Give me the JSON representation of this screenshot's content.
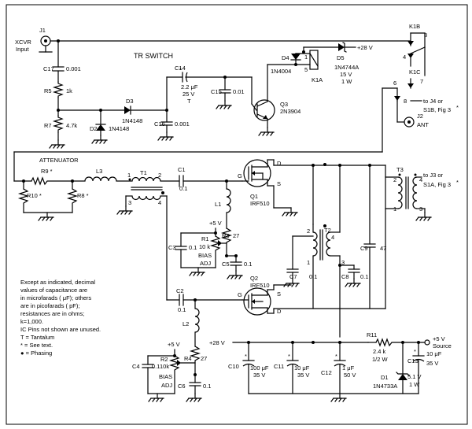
{
  "components": {
    "J1": {
      "ref": "J1",
      "note": "XCVR",
      "note2": "Input"
    },
    "J2": {
      "ref": "J2",
      "note": "ANT"
    },
    "C17": {
      "ref": "C17",
      "value": "0.001"
    },
    "R5": {
      "ref": "R5",
      "value": "1k"
    },
    "R7": {
      "ref": "R7",
      "value": "4.7k"
    },
    "D2": {
      "ref": "D2",
      "value": "1N4148"
    },
    "D3": {
      "ref": "D3",
      "value": "1N4148"
    },
    "C14": {
      "ref": "C14",
      "value": "2.2 μF",
      "value2": "25 V",
      "value3": "T"
    },
    "C15": {
      "ref": "C15",
      "value": "0.01"
    },
    "C16": {
      "ref": "C16",
      "value": "0.001"
    },
    "Q3": {
      "ref": "Q3",
      "value": "2N3904"
    },
    "D4": {
      "ref": "D4",
      "value": "1N4004"
    },
    "D5": {
      "ref": "D5",
      "value": "1N4744A",
      "value2": "15 V",
      "value3": "1 W"
    },
    "K1A": {
      "ref": "K1A"
    },
    "K1B": {
      "ref": "K1B"
    },
    "K1C": {
      "ref": "K1C"
    },
    "R9": {
      "ref": "R9 *"
    },
    "R10": {
      "ref": "R10 *"
    },
    "R8": {
      "ref": "R8 *"
    },
    "L3": {
      "ref": "L3"
    },
    "T1": {
      "ref": "T1"
    },
    "C1": {
      "ref": "C1",
      "value": "0.1"
    },
    "Q1": {
      "ref": "Q1",
      "value": "IRF510"
    },
    "L1": {
      "ref": "L1"
    },
    "R1": {
      "ref": "R1",
      "value": "10 k",
      "value2": "BIAS",
      "value3": "ADJ"
    },
    "R3": {
      "ref": "R3",
      "value": "27"
    },
    "C3": {
      "ref": "C3",
      "value": "0.1"
    },
    "C5": {
      "ref": "C5",
      "value": "0.1"
    },
    "T2": {
      "ref": "T2"
    },
    "C7": {
      "ref": "C7",
      "value": "0.1"
    },
    "C8": {
      "ref": "C8",
      "value": "0.1"
    },
    "C9": {
      "ref": "C9",
      "value": "47"
    },
    "T3": {
      "ref": "T3"
    },
    "C2": {
      "ref": "C2",
      "value": "0.1"
    },
    "Q2": {
      "ref": "Q2",
      "value": "IRF510"
    },
    "L2": {
      "ref": "L2"
    },
    "R2": {
      "ref": "R2",
      "value": "10k",
      "value2": "BIAS",
      "value3": "ADJ"
    },
    "R4": {
      "ref": "R4",
      "value": "27"
    },
    "C4": {
      "ref": "C4",
      "value": "0.1"
    },
    "C6": {
      "ref": "C6",
      "value": "0.1"
    },
    "C10": {
      "ref": "C10",
      "value": "100 μF",
      "value2": "35 V"
    },
    "C11": {
      "ref": "C11",
      "value": "10 μF",
      "value2": "35 V"
    },
    "C12": {
      "ref": "C12",
      "value": "1 μF",
      "value2": "50 V"
    },
    "C13": {
      "ref": "C13",
      "value": "10 μF",
      "value2": "35 V"
    },
    "R11": {
      "ref": "R11",
      "value": "2.4 k",
      "value2": "1/2 W"
    },
    "D1": {
      "ref": "D1",
      "value": "5.1 V",
      "value2": "1 W",
      "value3": "1N4733A"
    }
  },
  "labels": {
    "tr_switch": "TR SWITCH",
    "attenuator": "ATTENUATOR",
    "v28": "+28 V",
    "v28b": "+28 V",
    "v5a": "+5 V",
    "v5b": "+5 V",
    "v5_source": "+5 V",
    "source": "Source",
    "to_j4": "to J4 or",
    "to_j4b": "S1B, Fig 3",
    "to_j3": "to J3 or",
    "to_j3b": "S1A, Fig 3",
    "star": "*"
  },
  "pins": {
    "k1b3": "3",
    "k1b4": "4",
    "k1c6": "6",
    "k1c7": "7",
    "k1c8": "8",
    "k1a1": "1",
    "k1a5": "5",
    "t1_1": "1",
    "t1_2": "2",
    "t1_3": "3",
    "t1_4": "4",
    "t2_1": "1",
    "t2_2": "2",
    "t2_3": "3",
    "t2_4": "4",
    "t3_1": "1",
    "t3_2": "2",
    "t3_3": "3",
    "t3_4": "4",
    "q1g": "G",
    "q1d": "D",
    "q1s": "S",
    "q2g": "G",
    "q2d": "D",
    "q2s": "S"
  },
  "notes": [
    "Except as indicated, decimal",
    "values of capacitance are",
    "in microfarads ( μF); others",
    "are in picofarads ( pF);",
    "resistances are in ohms;",
    "k=1,000.",
    "IC Pins not shown are unused.",
    "T = Tantalum",
    "* = See text.",
    "● = Phasing"
  ]
}
